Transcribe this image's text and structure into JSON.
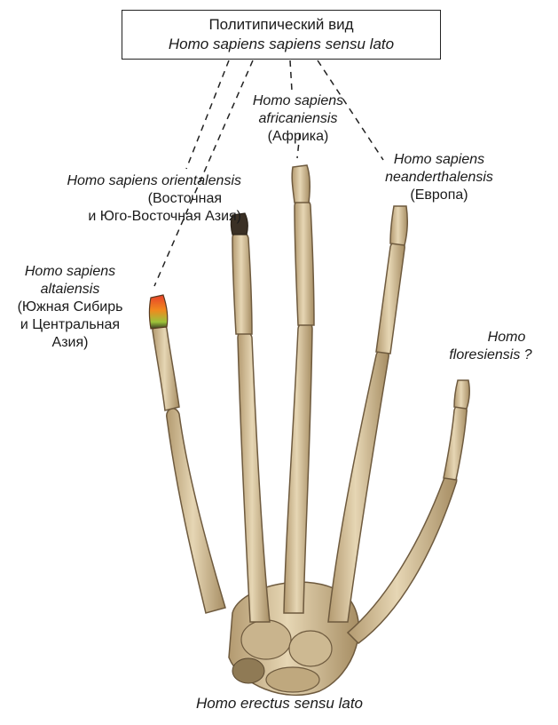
{
  "title_box": {
    "line1": "Политипический вид",
    "line2": "Homo sapiens sapiens sensu lato"
  },
  "labels": {
    "africaniensis": {
      "name1": "Homo sapiens",
      "name2": "africaniensis",
      "region": "(Африка)"
    },
    "orientalensis": {
      "name": "Homo sapiens orientalensis",
      "region1": "(Восточная",
      "region2": "и Юго-Восточная Азия)"
    },
    "neanderthalensis": {
      "name1": "Homo sapiens",
      "name2": "neanderthalensis",
      "region": "(Европа)"
    },
    "altaiensis": {
      "name1": "Homo sapiens",
      "name2": "altaiensis",
      "region1": "(Южная Сибирь",
      "region2": "и Центральная",
      "region3": "Азия)"
    },
    "floresiensis": {
      "name1": "Homo",
      "name2": "floresiensis ?"
    }
  },
  "footer": {
    "caption": "Homo erectus sensu lato"
  },
  "colors": {
    "bone": "#d9c7a2",
    "bone_shadow": "#a88f66",
    "bone_dark": "#4a3a28",
    "highlight_red": "#e8402a",
    "highlight_orange": "#f08a1e",
    "highlight_green": "#9cc23a",
    "line": "#222222"
  }
}
